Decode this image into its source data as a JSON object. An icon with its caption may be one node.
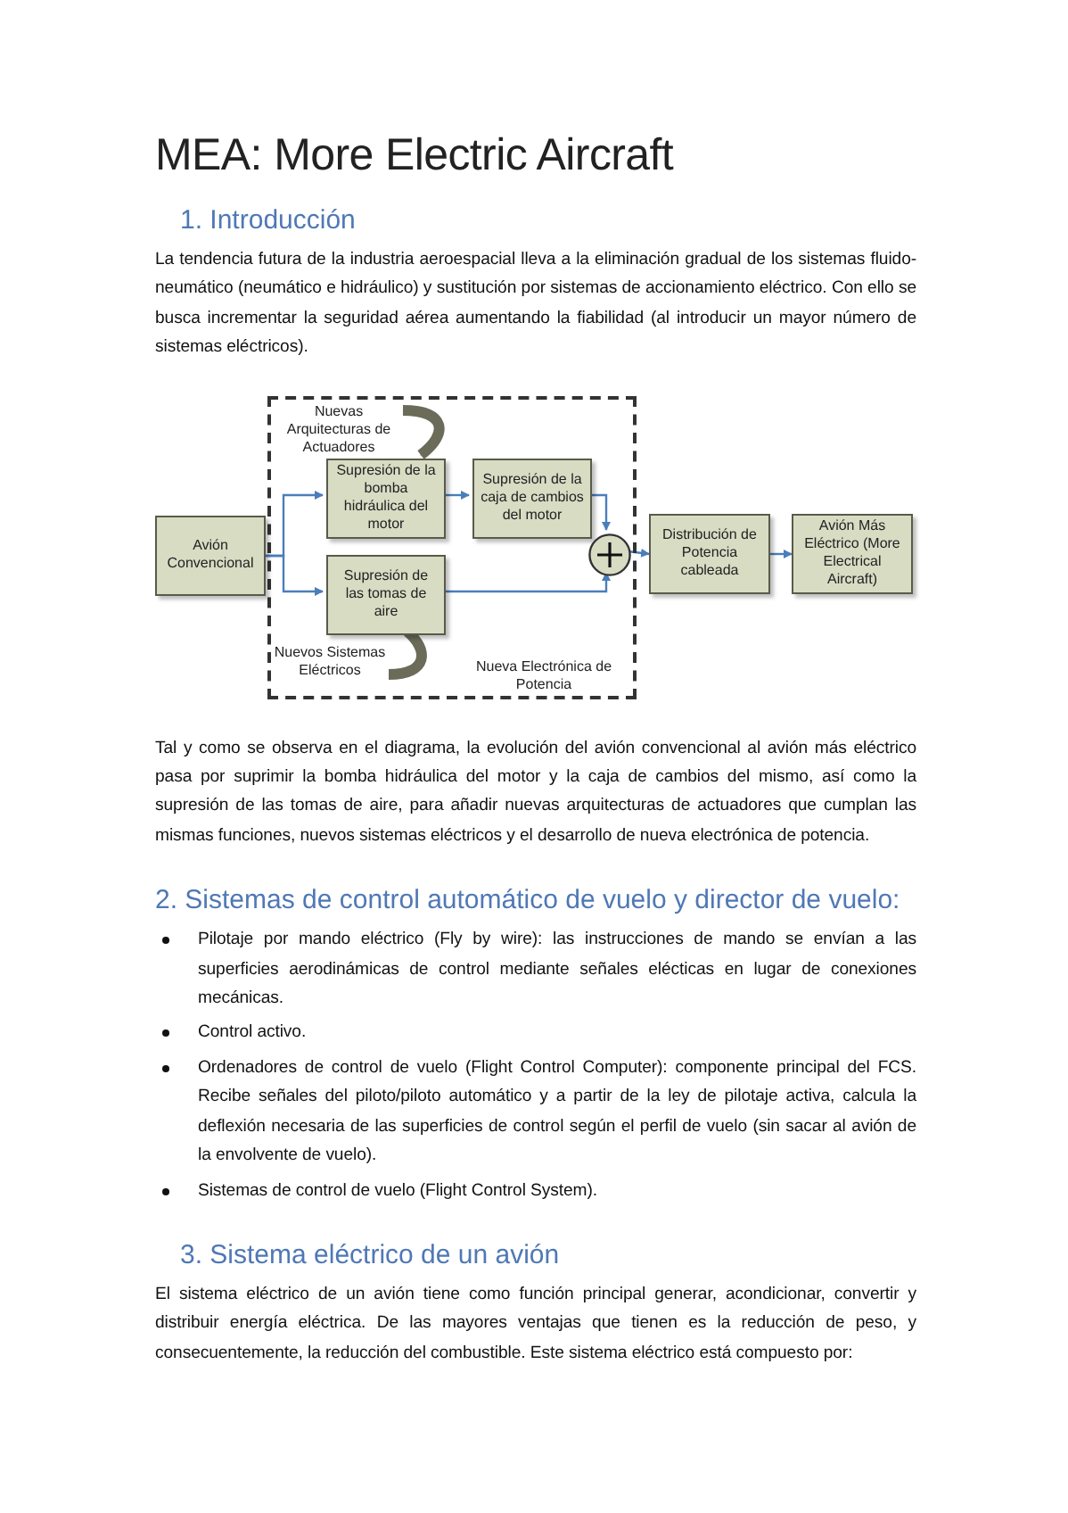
{
  "diagram": {
    "title": "MEA: More Electric Aircraft",
    "nodes": [
      {
        "text": [
          "Nueva Electrónica de Potencia"
        ]
      },
      {
        "text": [
          "Avión Convencional"
        ]
      },
      {
        "text": [
          "Supresión de la bomba hidráulica del motor"
        ],
        "in": 0
      },
      {
        "text": [
          "Supresión de la caja de cambios del motor"
        ],
        "in": 0
      },
      {
        "text": [
          "Supresión de las tomas de aire"
        ],
        "in": 0
      },
      {
        "text": [],
        "shape": "circle",
        "in": 0
      },
      {
        "text": [
          "Distribución de Potencia cableada"
        ]
      },
      {
        "text": [
          "Avión Más Eléctrico (More Electrical Aircraft)"
        ]
      },
      {
        "text": [
          "Nuevas Arquitecturas de Actuadores"
        ],
        "in": 0
      },
      {
        "text": [
          "Nuevos Sistemas Eléctricos"
        ],
        "in": 0
      }
    ],
    "edges": [
      {
        "from": 1,
        "to": 2,
        "arrow": "to"
      },
      {
        "from": 1,
        "to": 4,
        "arrow": "to"
      },
      {
        "from": 2,
        "to": 3,
        "arrow": "to"
      },
      {
        "from": 3,
        "to": 5,
        "arrow": "to"
      },
      {
        "from": 4,
        "to": 5,
        "arrow": "to"
      },
      {
        "from": 5,
        "to": 6,
        "arrow": "to"
      },
      {
        "from": 6,
        "to": 7,
        "arrow": "to"
      },
      {
        "from": 8,
        "to": 2,
        "arrow": "to",
        "style": "thick",
        "color": "#6b6b5a"
      },
      {
        "from": 9,
        "to": 4,
        "arrow": "to",
        "style": "thick",
        "color": "#6b6b5a"
      }
    ],
    "labels": [
      "1. Introducción",
      "La tendencia futura de la industria aeroespacial lleva a la eliminación gradual de los sistemas fluido-neumático (neumático e hidráulico) y sustitución por sistemas de accionamiento eléctrico. Con ello se busca incrementar la seguridad aérea aumentando la fiabilidad (al introducir un mayor número de sistemas eléctricos).",
      "Tal y como se observa en el diagrama, la evolución del avión convencional al avión más eléctrico pasa por suprimir la bomba hidráulica del motor y la caja de cambios del mismo, así como la supresión de las tomas de aire, para añadir nuevas arquitecturas de actuadores que cumplan las mismas funciones, nuevos sistemas eléctricos y el desarrollo de nueva electrónica de potencia.",
      "2. Sistemas de control automático de vuelo y director de vuelo:",
      "Pilotaje por mando eléctrico (Fly by wire): las instrucciones de mando se envían a las superficies aerodinámicas de control mediante señales elécticas en lugar de conexiones mecánicas.",
      "Control activo.",
      "Ordenadores de control de vuelo (Flight Control Computer): componente principal del FCS. Recibe señales del piloto/piloto automático y a partir de la ley de pilotaje activa, calcula la deflexión necesaria de las superficies de control según el perfil de vuelo (sin sacar al avión de la envolvente de vuelo).",
      "Sistemas de control de vuelo (Flight Control System).",
      "3. Sistema eléctrico de un avión",
      "El sistema eléctrico de un avión tiene como función principal generar, acondicionar, convertir y distribuir energía eléctrica. De las mayores ventajas que tienen es la reducción de peso, y consecuentemente, la reducción del combustible. Este sistema eléctrico está compuesto por:"
    ]
  }
}
